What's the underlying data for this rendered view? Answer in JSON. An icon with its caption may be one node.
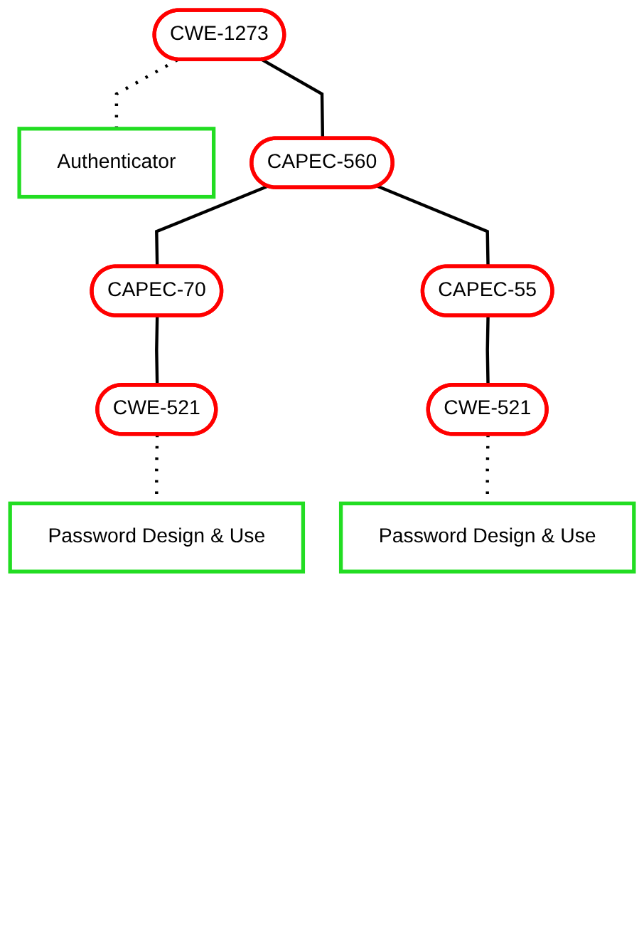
{
  "diagram": {
    "nodes": [
      {
        "text": [
          "CWE-1273"
        ]
      },
      {
        "text": [
          "Authenticator"
        ]
      },
      {
        "text": [
          "CAPEC-560"
        ]
      },
      {
        "text": [
          "CAPEC-70"
        ]
      },
      {
        "text": [
          "CAPEC-55"
        ]
      },
      {
        "text": [
          "CWE-521"
        ]
      },
      {
        "text": [
          "CWE-521"
        ]
      },
      {
        "text": [
          "Password Design & Use"
        ]
      },
      {
        "text": [
          "Password Design & Use"
        ]
      }
    ],
    "edges": [
      {
        "from": 0,
        "to": 2,
        "arrow": "none"
      },
      {
        "from": 0,
        "to": 1,
        "arrow": "none",
        "style": "dashed"
      },
      {
        "from": 2,
        "to": 3,
        "arrow": "none"
      },
      {
        "from": 2,
        "to": 4,
        "arrow": "none"
      },
      {
        "from": 3,
        "to": 5,
        "arrow": "none"
      },
      {
        "from": 4,
        "to": 6,
        "arrow": "none"
      },
      {
        "from": 5,
        "to": 7,
        "arrow": "none",
        "style": "dashed"
      },
      {
        "from": 6,
        "to": 8,
        "arrow": "none",
        "style": "dashed"
      }
    ]
  }
}
